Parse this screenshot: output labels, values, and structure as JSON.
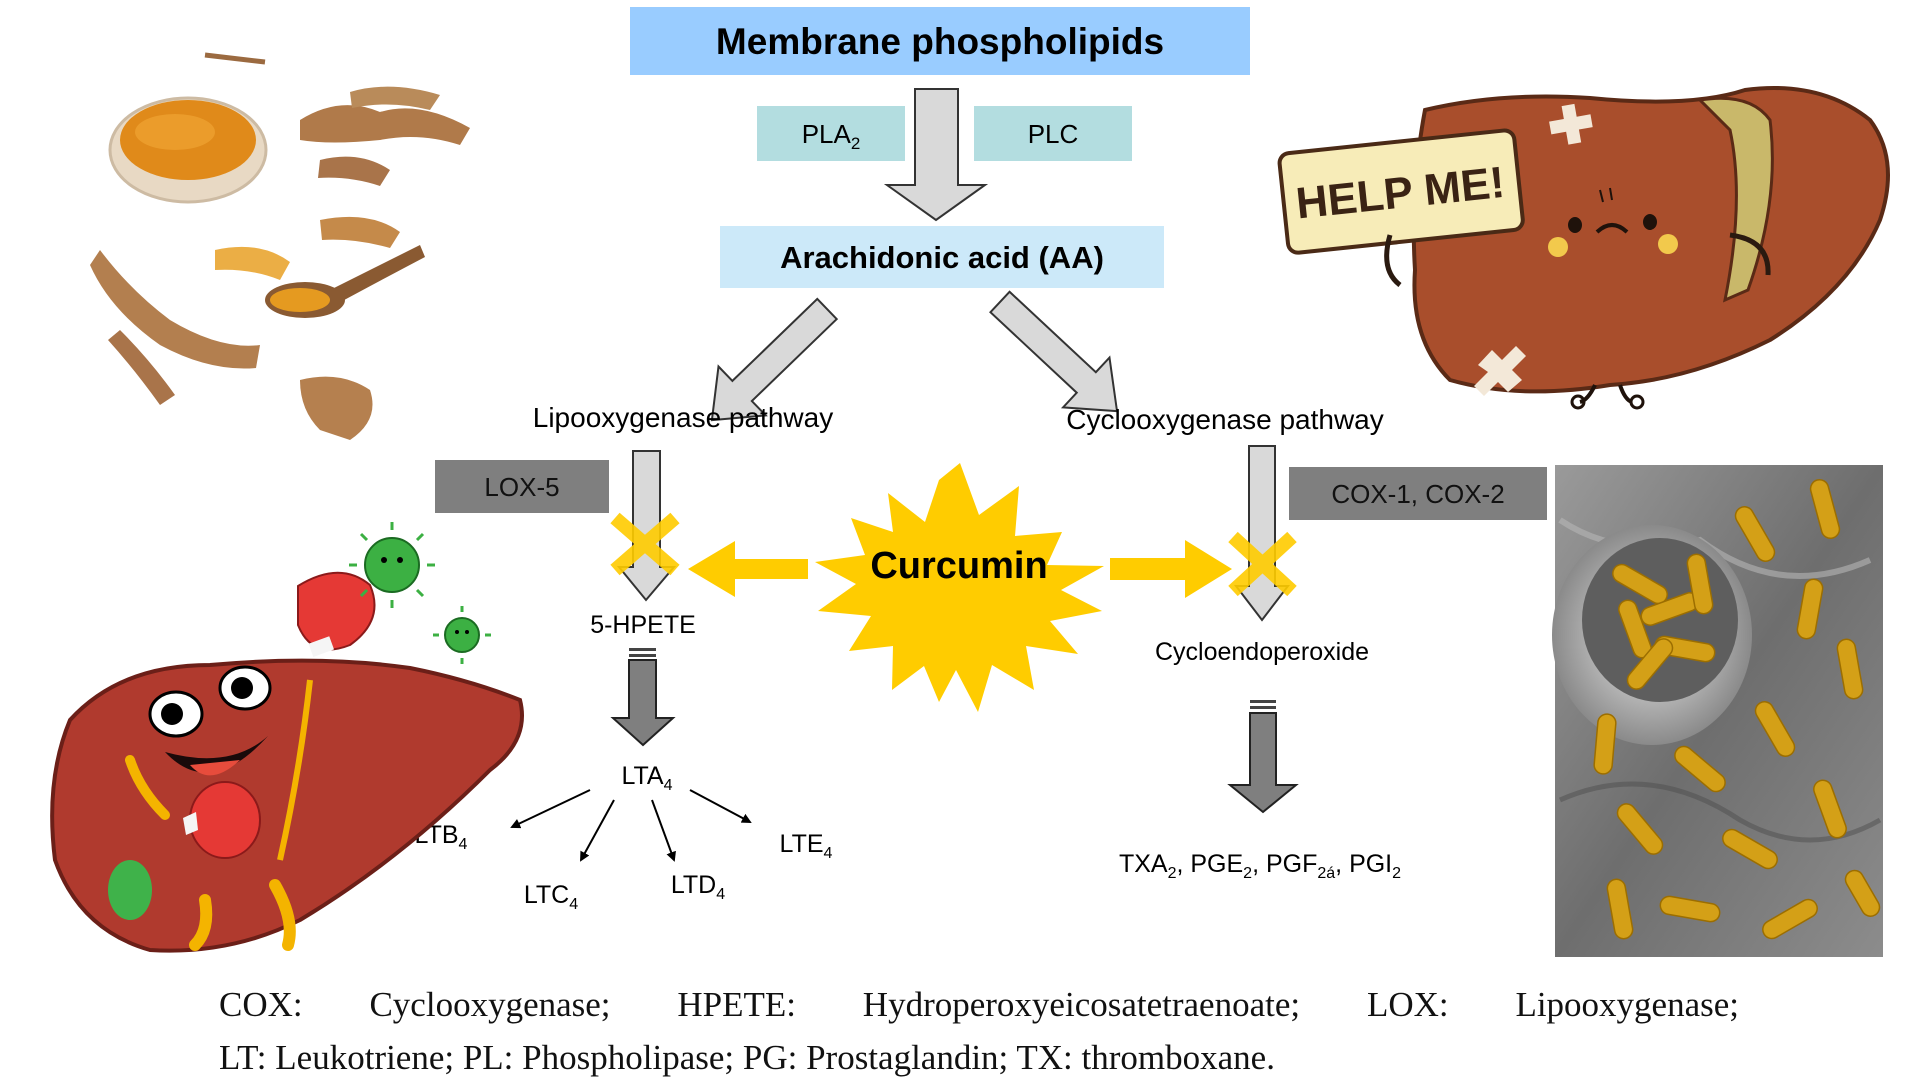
{
  "boxes": {
    "membrane": "Membrane phospholipids",
    "pla2": "PLA",
    "pla2_sub": "2",
    "plc": "PLC",
    "aa": "Arachidonic acid (AA)",
    "lox5": "LOX-5",
    "cox": "COX-1, COX-2"
  },
  "pathways": {
    "lipo": "Lipooxygenase pathway",
    "cyclo": "Cyclooxygenase pathway"
  },
  "curcumin": "Curcumin",
  "products": {
    "hpete": "5-HPETE",
    "lta4": "LTA",
    "ltb4": "LTB",
    "ltc4": "LTC",
    "ltd4": "LTD",
    "lte4": "LTE",
    "sub4": "4",
    "cycloendo": "Cycloendoperoxide",
    "prost": {
      "txa": "TXA",
      "pge": ", PGE",
      "pgf": ", PGF",
      "pgi": ", PGI",
      "sub2": "2",
      "sub2a": "2á",
      "sub2i": "2"
    }
  },
  "help_sign": "HELP ME!",
  "legend": {
    "line1": "COX: Cyclooxygenase; HPETE: Hydroperoxyeicosatetraenoate; LOX: Lipooxygenase;",
    "line2": "LT: Leukotriene; PL: Phospholipase; PG: Prostaglandin; TX: thromboxane."
  },
  "colors": {
    "membrane_box": "#99ccff",
    "aa_box": "#cce9f9",
    "enzyme_box": "#b3dde0",
    "gray_box": "#7f7f7f",
    "curcumin": "#ffcc00",
    "liver": "#b03a2e"
  },
  "icons": [
    "turmeric-image",
    "sad-liver-image",
    "boxing-liver-image",
    "capsules-image",
    "virus-icon"
  ]
}
